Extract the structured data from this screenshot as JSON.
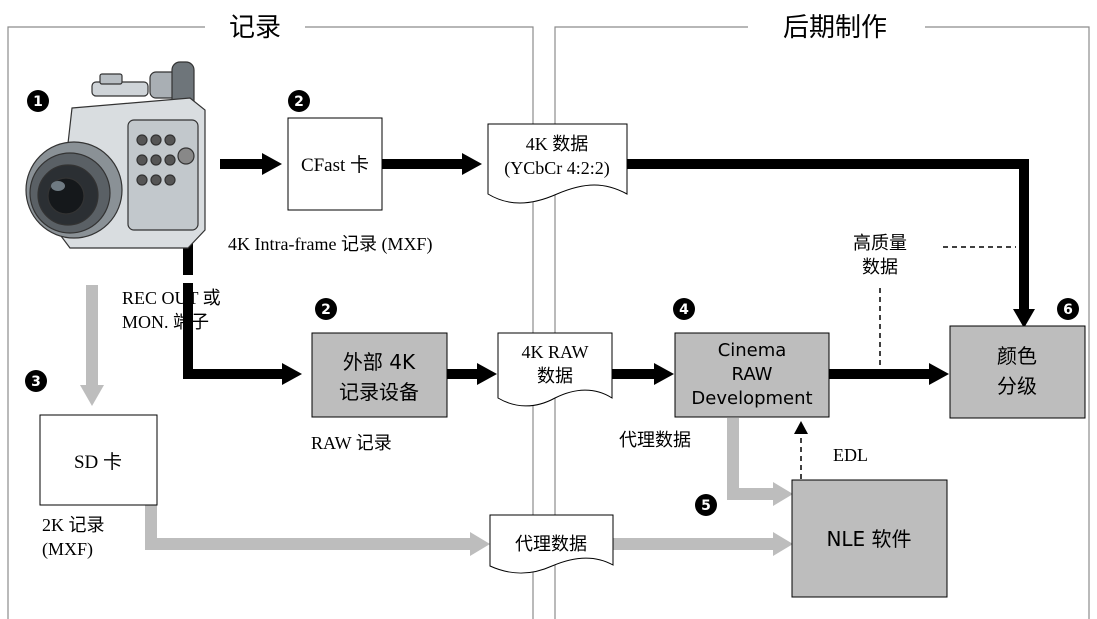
{
  "sections": {
    "recording": "记录",
    "post_production": "后期制作"
  },
  "step_numbers": {
    "n1": "1",
    "n2a": "2",
    "n2b": "2",
    "n3": "3",
    "n4": "4",
    "n5": "5",
    "n6": "6"
  },
  "boxes": {
    "cfast": "CFast 卡",
    "external_recorder": [
      "外部 4K",
      "记录设备"
    ],
    "sd_card": "SD 卡",
    "cinema_raw": [
      "Cinema",
      "RAW",
      "Development"
    ],
    "nle": "NLE 软件",
    "color_grading": [
      "颜色",
      "分级"
    ]
  },
  "documents": {
    "data_4k": [
      "4K 数据",
      "(YCbCr 4:2:2)"
    ],
    "raw_4k": [
      "4K RAW",
      "数据"
    ],
    "proxy": "代理数据"
  },
  "labels": {
    "intra_frame": "4K Intra-frame 记录 (MXF)",
    "rec_out": [
      "REC OUT 或",
      "MON. 端子"
    ],
    "raw_record": "RAW 记录",
    "sd_2k": [
      "2K 记录",
      "(MXF)"
    ],
    "proxy_data": "代理数据",
    "high_quality": [
      "高质量",
      "数据"
    ],
    "edl": "EDL"
  },
  "colors": {
    "gray_box": "#bdbdbd",
    "gray_arrow": "#bdbdbd",
    "black": "#000000",
    "frame_line": "#8c8c8c"
  }
}
